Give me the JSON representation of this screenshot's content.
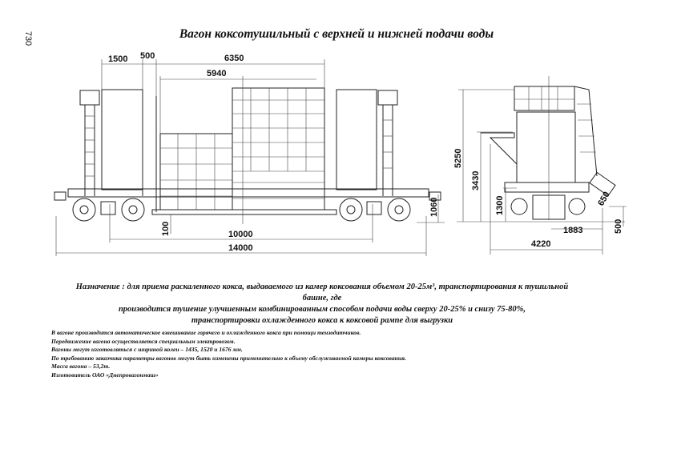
{
  "page_number": "730",
  "title": "Вагон коксотушильный с верхней и нижней подачи воды",
  "side_view_dimensions": {
    "d1500": "1500",
    "d500": "500",
    "d6350": "6350",
    "d5940": "5940",
    "d10000": "10000",
    "d14000": "14000",
    "d1060": "1060",
    "d100": "100"
  },
  "end_view_dimensions": {
    "d5250": "5250",
    "d3430": "3430",
    "d1300": "1300",
    "d650": "650",
    "d500": "500",
    "d1883": "1883",
    "d4220": "4220"
  },
  "purpose": {
    "line1": "Назначение : для приема раскаленного кокса, выдаваемого из камер коксования объемом 20-25м³, транспортирования к тушильной башне, где",
    "line2": "производится тушение улучшенным комбинированным способом подачи воды сверху 20-25% и снизу 75-80%,",
    "line3": "транспортировки охлажденного кокса к коксовой рампе для выгрузки"
  },
  "notes": [
    "В вагоне производится автоматическое взвешивание горячего и охлажденного кокса при помощи тензодатчиков.",
    "Передвижение вагона осуществляется специальным электровозом.",
    "Вагоны могут изготовляться с шириной колеи – 1435, 1520 и 1676 мм.",
    "По требованию заказчика параметры вагонов могут быть изменены применительно к объему обслуживаемой камеры коксования.",
    "Масса вагона – 53,2т.",
    "Изготовитель ОАО «Днепровагонмаш»"
  ]
}
